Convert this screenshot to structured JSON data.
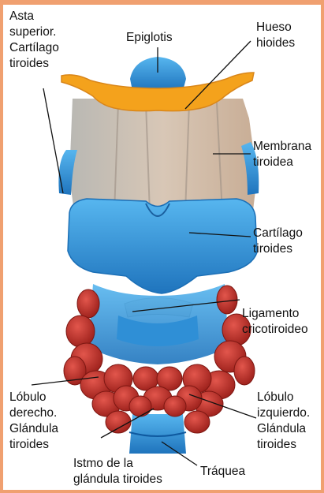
{
  "labels": {
    "asta": [
      "Asta",
      "superior.",
      "Cartílago",
      "tiroides"
    ],
    "epiglotis": [
      "Epiglotis"
    ],
    "hioides": [
      "Hueso",
      "hioides"
    ],
    "membrana": [
      "Membrana",
      "tiroidea"
    ],
    "cartilago": [
      "Cartílago",
      "tiroides"
    ],
    "ligamento": [
      "Ligamento",
      "cricotiroideo"
    ],
    "lobulo_derecho": [
      "Lóbulo",
      "derecho.",
      "Glándula",
      "tiroides"
    ],
    "lobulo_izquierdo": [
      "Lóbulo",
      "izquierdo.",
      "Glándula",
      "tiroides"
    ],
    "istmo": [
      "Istmo de la",
      "glándula tiroides"
    ],
    "traquea": [
      "Tráquea"
    ]
  },
  "colors": {
    "frame": "#f0a070",
    "cartilage_blue": "#2a8fd4",
    "hyoid_orange": "#f4a21c",
    "membrane_tan": "#cdb9a6",
    "thyroid_red": "#c0322a"
  }
}
